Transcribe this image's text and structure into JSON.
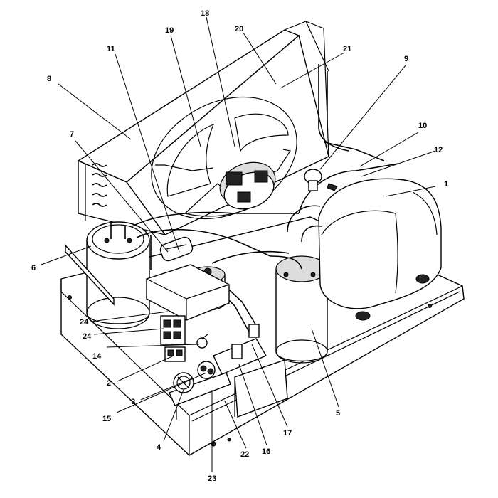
{
  "callouts": [
    {
      "id": "c1",
      "text": "1"
    },
    {
      "id": "c2",
      "text": "2"
    },
    {
      "id": "c3",
      "text": "3"
    },
    {
      "id": "c4",
      "text": "4"
    },
    {
      "id": "c5",
      "text": "5"
    },
    {
      "id": "c6",
      "text": "6"
    },
    {
      "id": "c7",
      "text": "7"
    },
    {
      "id": "c8",
      "text": "8"
    },
    {
      "id": "c9",
      "text": "9"
    },
    {
      "id": "c10",
      "text": "10"
    },
    {
      "id": "c11",
      "text": "11"
    },
    {
      "id": "c12",
      "text": "12"
    },
    {
      "id": "c14",
      "text": "14"
    },
    {
      "id": "c15",
      "text": "15"
    },
    {
      "id": "c16",
      "text": "16"
    },
    {
      "id": "c17",
      "text": "17"
    },
    {
      "id": "c18",
      "text": "18"
    },
    {
      "id": "c19",
      "text": "19"
    },
    {
      "id": "c20",
      "text": "20"
    },
    {
      "id": "c21",
      "text": "21"
    },
    {
      "id": "c22",
      "text": "22"
    },
    {
      "id": "c23",
      "text": "23"
    },
    {
      "id": "c24a",
      "text": "24"
    },
    {
      "id": "c24b",
      "text": "24"
    }
  ]
}
